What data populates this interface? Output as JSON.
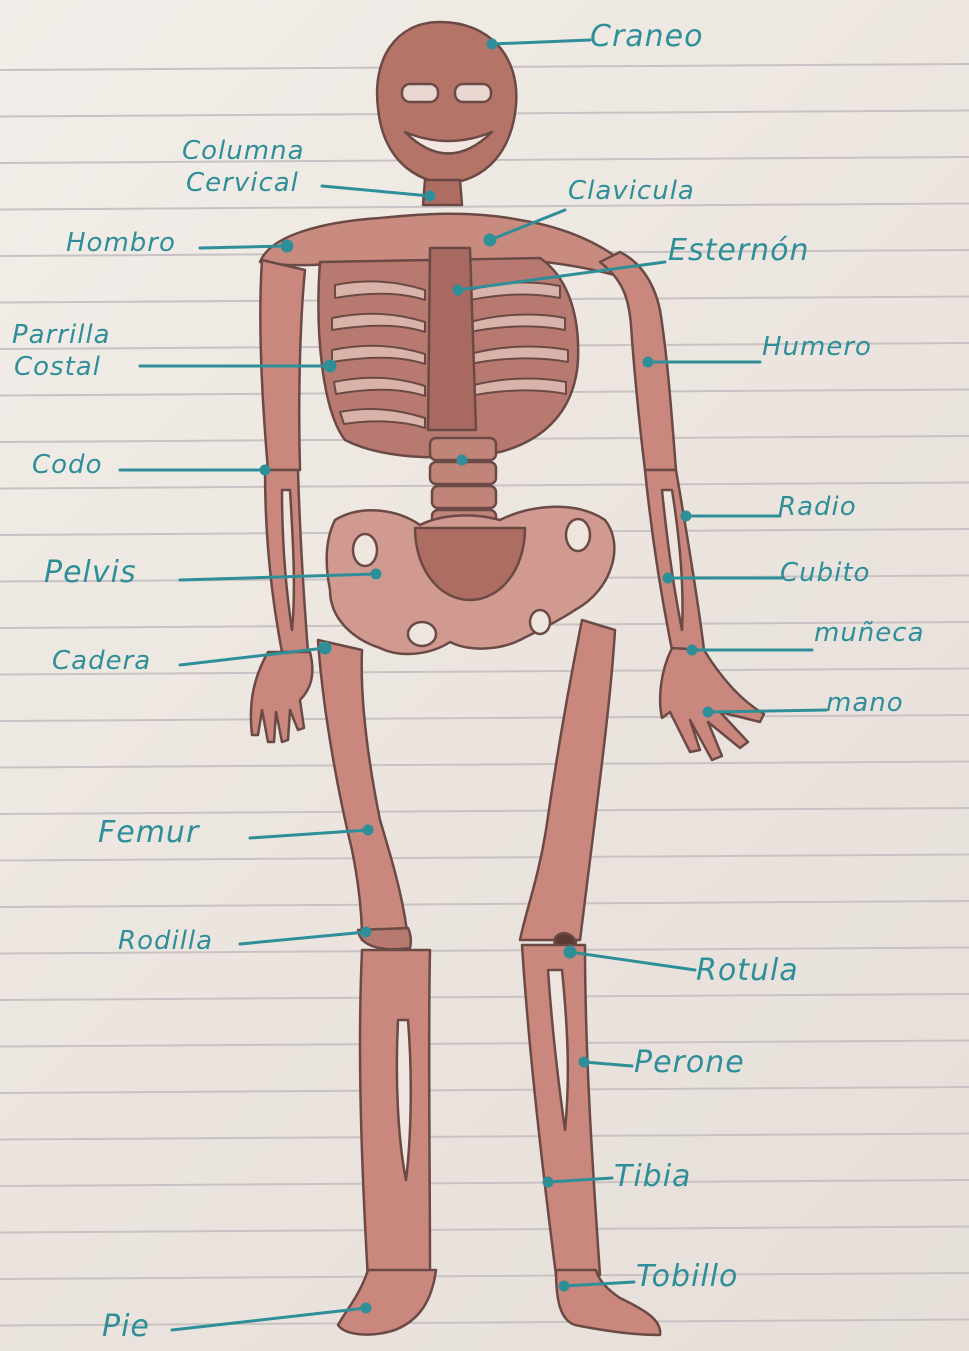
{
  "colors": {
    "ink": "#2f8f99",
    "bone": "#c9877d",
    "bone_outline": "#6b4a45",
    "paper_line": "#c8c2c4"
  },
  "labels": {
    "craneo": "Craneo",
    "columna": "Columna",
    "cervical": "Cervical",
    "clavicula": "Clavicula",
    "hombro": "Hombro",
    "esternon": "Esternón",
    "parrilla": "Parrilla",
    "costal": "Costal",
    "humero": "Humero",
    "codo": "Codo",
    "radio": "Radio",
    "pelvis": "Pelvis",
    "cubito": "Cubito",
    "muneca": "muñeca",
    "cadera": "Cadera",
    "mano": "mano",
    "femur": "Femur",
    "rodilla": "Rodilla",
    "rotula": "Rotula",
    "perone": "Perone",
    "tibia": "Tibia",
    "tobillo": "Tobillo",
    "pie": "Pie"
  }
}
